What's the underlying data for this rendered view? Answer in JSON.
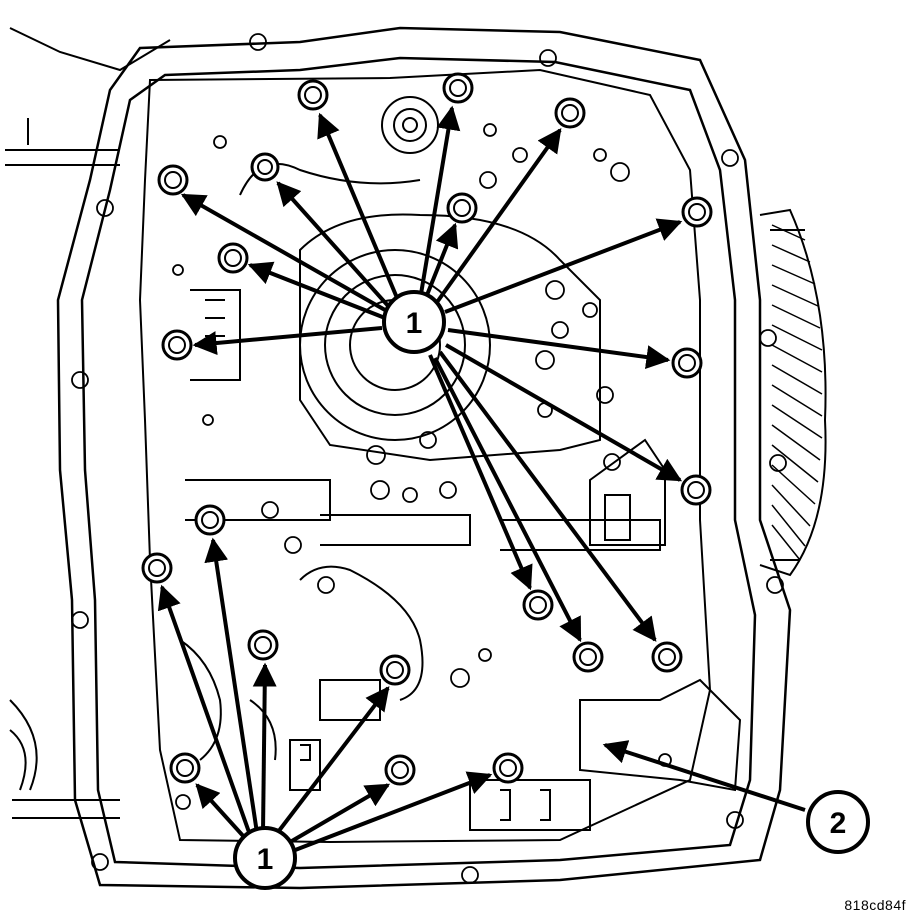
{
  "callouts": {
    "upper": "1",
    "lower": "1",
    "gasket": "2"
  },
  "figure_code": "818cd84f"
}
